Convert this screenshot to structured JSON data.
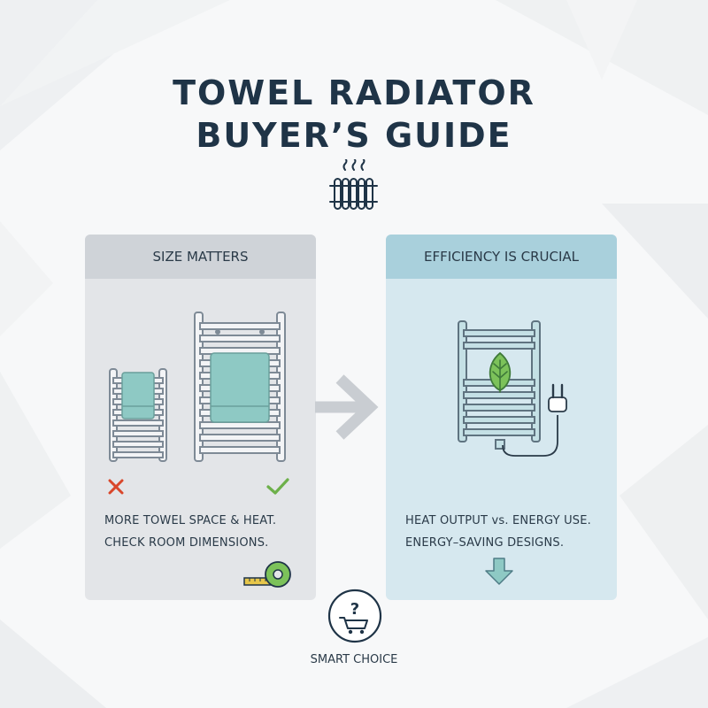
{
  "title": {
    "line1": "TOWEL RADIATOR",
    "line2": "BUYER’S GUIDE"
  },
  "icons": {
    "header": "heated-radiator-icon",
    "arrow": "arrow-right-icon",
    "cross": "cross-icon",
    "check": "check-icon",
    "tape": "tape-measure-icon",
    "leaf": "leaf-icon",
    "plug": "plug-icon",
    "down": "arrow-down-icon",
    "cart": "question-cart-icon"
  },
  "colors": {
    "title": "#1f3447",
    "green": "#6db04a",
    "red": "#d9472b",
    "rail": "#7e8a96",
    "towel": "#8ec9c4"
  },
  "left_panel": {
    "heading": "SIZE MATTERS",
    "lines": [
      "MORE TOWEL SPACE & HEAT.",
      "CHECK ROOM DIMENSIONS."
    ]
  },
  "right_panel": {
    "heading": "EFFICIENCY IS CRUCIAL",
    "lines": [
      "HEAT OUTPUT vs. ENERGY USE.",
      "ENERGY–SAVING DESIGNS."
    ]
  },
  "footer": {
    "label": "SMART CHOICE"
  }
}
